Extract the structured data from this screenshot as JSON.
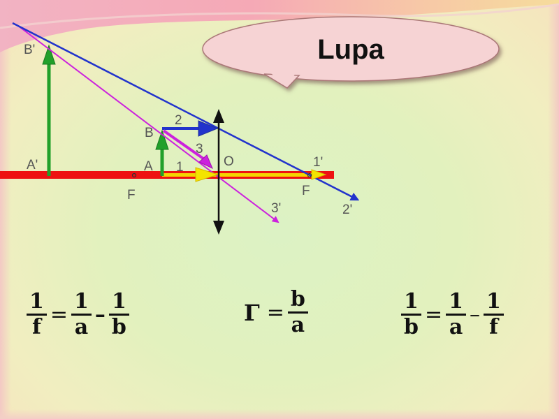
{
  "title": "Lupa",
  "colors": {
    "axis": "#ee1111",
    "axis_inner": "#f4d400",
    "object_arrow": "#22a02a",
    "ray_blue": "#2233cc",
    "ray_magenta": "#cc22dd",
    "lens": "#111111",
    "bubble_fill": "#f6d3d4",
    "label": "#555555"
  },
  "diagram": {
    "labels": {
      "image_top": "B'",
      "image_base": "A'",
      "object_top": "B",
      "object_base": "A",
      "lens_center": "O",
      "focus_left": "F",
      "focus_right": "F",
      "ray_1": "1",
      "ray_2": "2",
      "ray_3": "3",
      "ray_1_out": "1'",
      "ray_2_out": "2'",
      "ray_3_out": "3'"
    }
  },
  "formulas": {
    "lens_formula": {
      "lhs_num": "1",
      "lhs_den": "f",
      "eq": "=",
      "t1_num": "1",
      "t1_den": "a",
      "minus": "–",
      "t2_num": "1",
      "t2_den": "b"
    },
    "magnification": {
      "symbol": "Γ",
      "eq": "=",
      "num": "b",
      "den": "a"
    },
    "rearranged": {
      "lhs_num": "1",
      "lhs_den": "b",
      "eq": "=",
      "t1_num": "1",
      "t1_den": "a",
      "minus": "–",
      "t2_num": "1",
      "t2_den": "f"
    }
  }
}
